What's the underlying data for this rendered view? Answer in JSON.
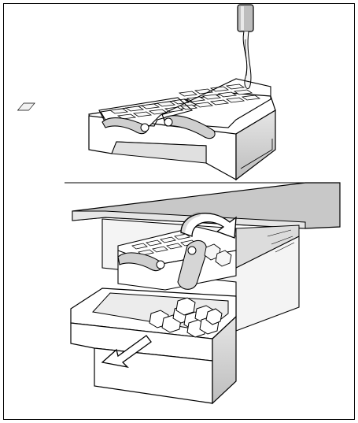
{
  "figure": {
    "panels": [
      {
        "id": "fill-trays",
        "depicts": "water-stream-filling-ice-tray"
      },
      {
        "id": "release-ice",
        "depicts": "twist-levers-drop-ice-into-bin"
      }
    ],
    "colors": {
      "outline": "#000000",
      "fill": "#ffffff",
      "shade": "#cfcfcf",
      "dark_shade": "#9a9a9a"
    },
    "icons": [
      "faucet-icon",
      "rotate-arrow-icon",
      "pull-out-arrow-icon"
    ]
  }
}
